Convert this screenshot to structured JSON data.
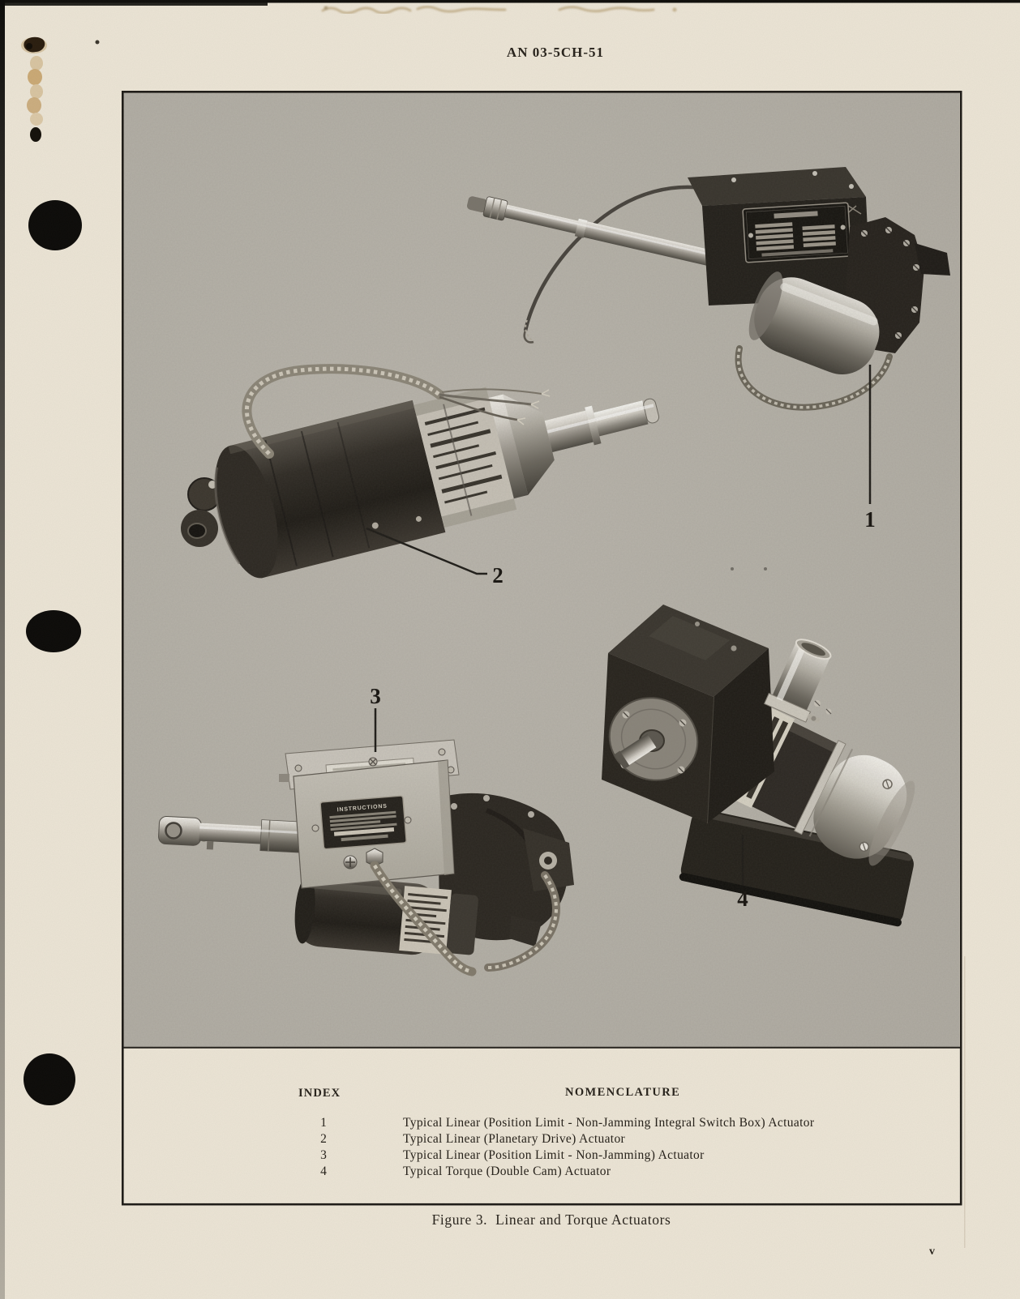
{
  "page": {
    "header_code": "AN 03-5CH-51",
    "page_number": "v",
    "caption": "Figure 3.  Linear and Torque Actuators"
  },
  "figure": {
    "table": {
      "index_header": "INDEX",
      "nomenclature_header": "NOMENCLATURE",
      "rows": [
        {
          "index": "1",
          "nomenclature": "Typical Linear (Position Limit - Non-Jamming Integral Switch Box) Actuator"
        },
        {
          "index": "2",
          "nomenclature": "Typical Linear (Planetary Drive) Actuator"
        },
        {
          "index": "3",
          "nomenclature": "Typical Linear (Position Limit - Non-Jamming) Actuator"
        },
        {
          "index": "4",
          "nomenclature": "Typical Torque (Double Cam) Actuator"
        }
      ]
    },
    "callouts": [
      {
        "label": "1"
      },
      {
        "label": "2"
      },
      {
        "label": "3"
      },
      {
        "label": "4"
      }
    ],
    "plates": {
      "actuator3_title": "INSTRUCTIONS"
    }
  },
  "colors": {
    "paper": "#ece5d6",
    "photo_background": "#b8b4ab",
    "ink": "#221e18"
  }
}
